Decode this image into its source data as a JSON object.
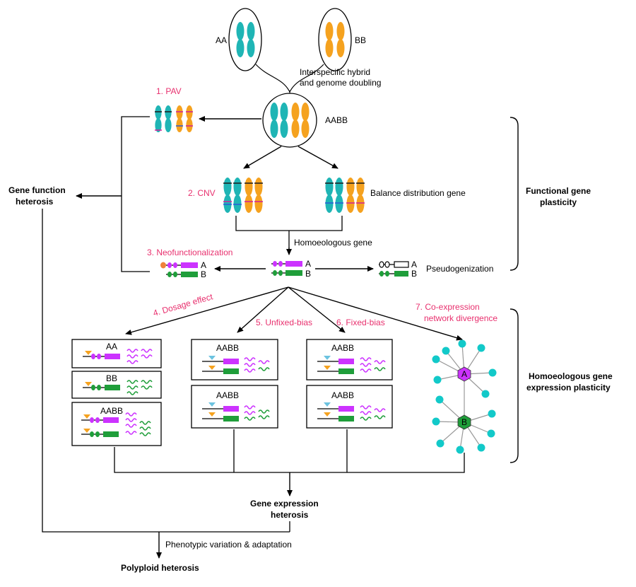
{
  "colors": {
    "teal": "#1fb5b5",
    "orange": "#f5a21f",
    "magenta": "#cc33ff",
    "green": "#1f9e3a",
    "pink_text": "#e8306e",
    "band_dark": "#1b1b1b",
    "band_blue": "#2a5bd6",
    "band_magenta": "#d0209a",
    "node_cyan": "#12c9c9"
  },
  "parents": {
    "a": "AA",
    "b": "BB"
  },
  "hybrid_note": {
    "line1": "Interspecific hybrid",
    "line2": "and genome doubling"
  },
  "center_label": "AABB",
  "steps": {
    "pav": "1. PAV",
    "cnv": "2. CNV",
    "neo": "3. Neofunctionalization",
    "dosage": "4. Dosage effect",
    "unfixed": "5. Unfixed-bias",
    "fixed": "6. Fixed-bias",
    "coexp_line1": "7. Co-expression",
    "coexp_line2": "network  divergence"
  },
  "labels": {
    "balance": "Balance distribution gene",
    "homoeologous_gene": "Homoeologous gene",
    "pseudo": "Pseudogenization",
    "gene_func_1": "Gene function",
    "gene_func_2": "heterosis",
    "func_plast_1": "Functional gene",
    "func_plast_2": "plasticity",
    "homo_plast_1": "Homoeologous gene",
    "homo_plast_2": "expression plasticity",
    "gene_expr_1": "Gene expression",
    "gene_expr_2": "heterosis",
    "phenotypic": "Phenotypic variation & adaptation",
    "polyploid": "Polyploid heterosis"
  },
  "subgenome_tags": {
    "a": "A",
    "b": "B"
  },
  "boxes": {
    "dosage_aa": "AA",
    "dosage_bb": "BB",
    "dosage_aabb": "AABB",
    "unfixed_1": "AABB",
    "unfixed_2": "AABB",
    "fixed_1": "AABB",
    "fixed_2": "AABB"
  },
  "network_hubs": {
    "a": "A",
    "b": "B"
  }
}
